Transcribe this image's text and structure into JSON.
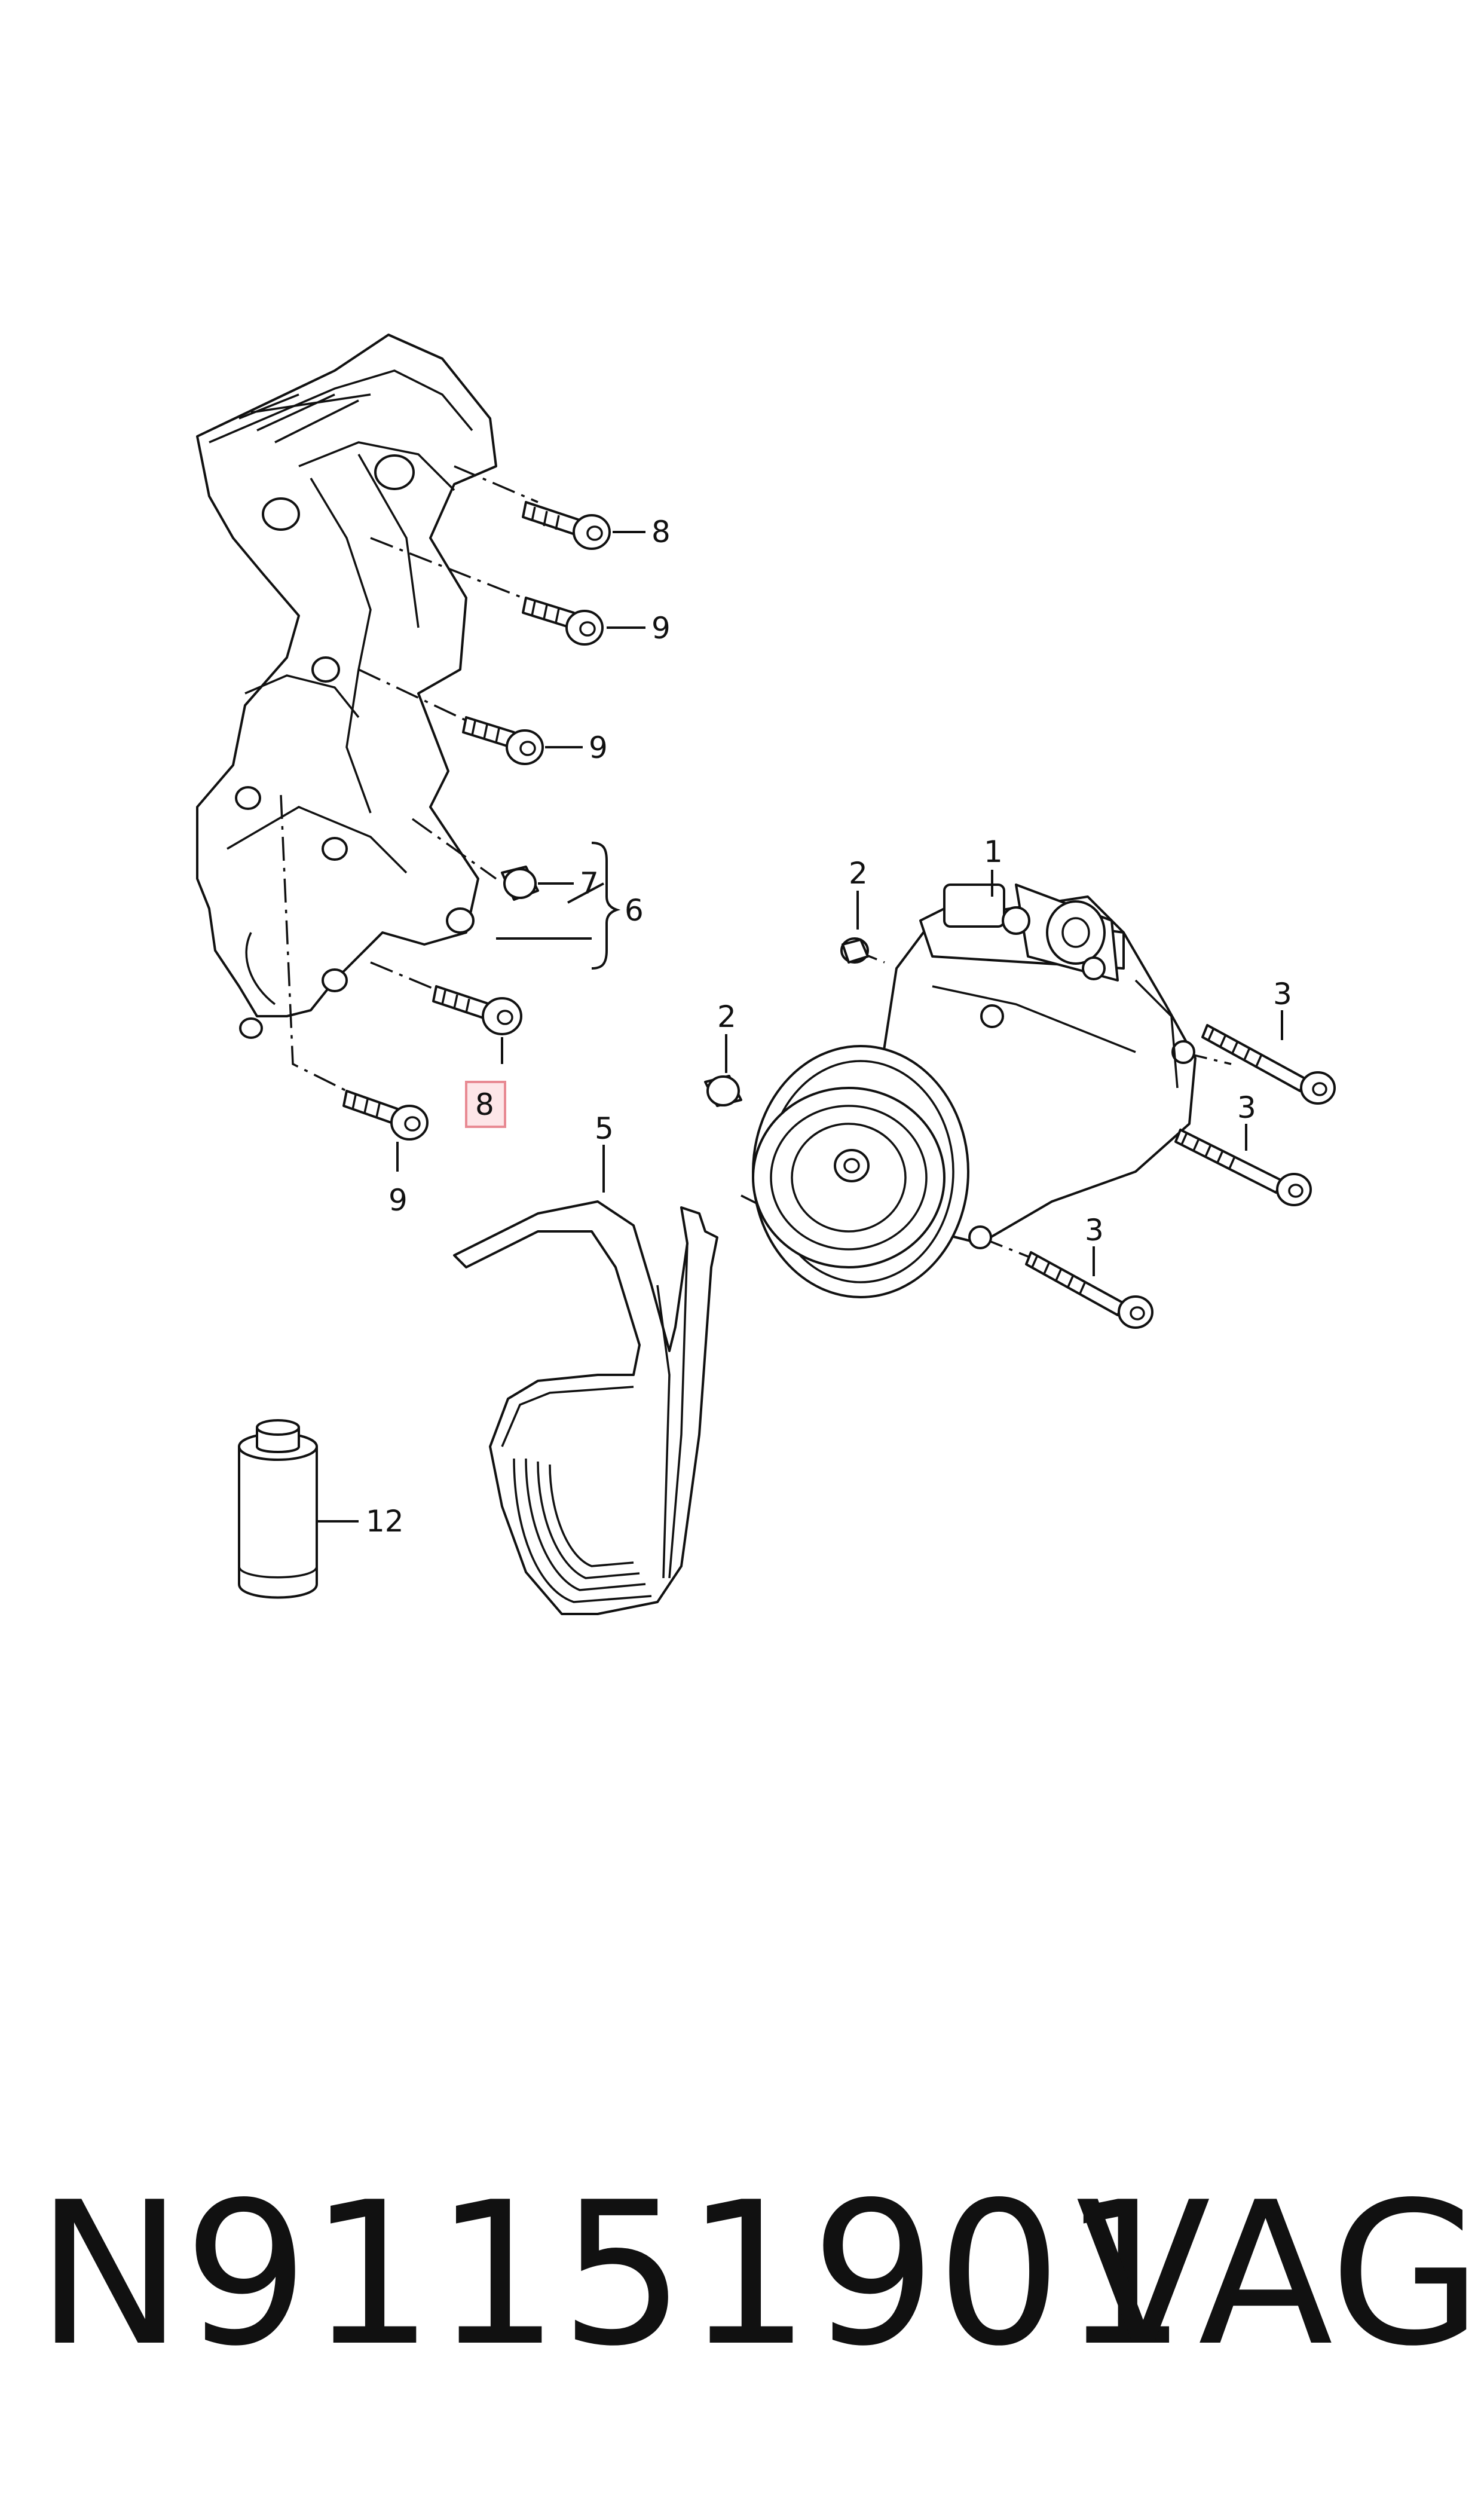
{
  "callouts": [
    "1",
    "2",
    "2",
    "3",
    "3",
    "3",
    "5",
    "6",
    "7",
    "8",
    "8",
    "9",
    "9",
    "9",
    "12"
  ],
  "highlight_callout": "8",
  "footer": {
    "part_number": "N91151901",
    "brand": "VAG"
  },
  "colors": {
    "line": "#111111",
    "highlight_fill": "#fde6e8",
    "highlight_border": "#e88a93",
    "background": "#ffffff"
  }
}
